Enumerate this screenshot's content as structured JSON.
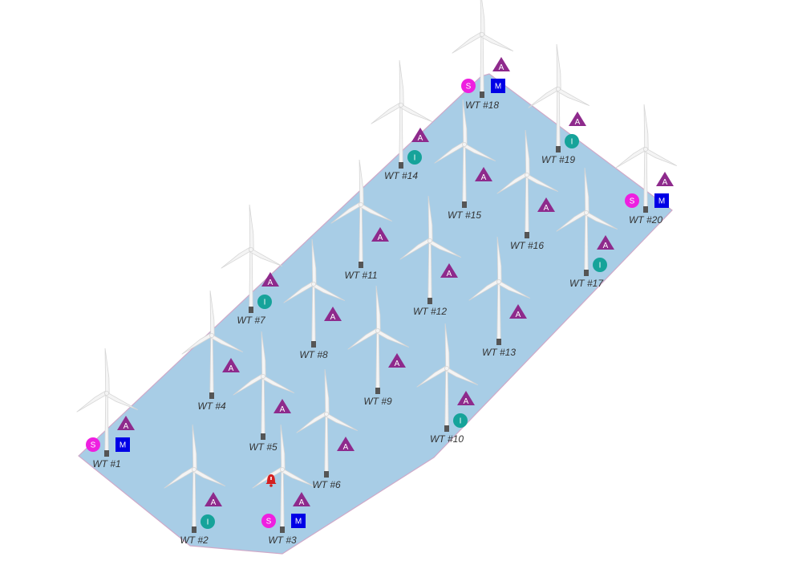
{
  "colors": {
    "field_fill": "#a8cde6",
    "field_stroke": "#cfa9c8",
    "alarm_badge": "#8e2a8c",
    "info_badge": "#16a39a",
    "maintenance_badge": "#0000e6",
    "service_badge": "#ee1fe0",
    "alert_bell": "#d42020",
    "turbine_white": "#f4f4f4",
    "turbine_shade": "#d6d6d6",
    "nacelle": "#555555"
  },
  "badge_letters": {
    "alarm": "A",
    "info": "I",
    "maintenance": "M",
    "service": "S"
  },
  "icons": {
    "alarm": "triangle-alarm-icon",
    "info": "circle-info-icon",
    "maintenance": "square-maintenance-icon",
    "service": "circle-service-icon",
    "alert": "bell-alert-icon",
    "turbine": "wind-turbine-icon"
  },
  "turbines": [
    {
      "id": 1,
      "label": "WT #1",
      "badges": [
        "alarm",
        "maintenance",
        "service"
      ],
      "alert": false
    },
    {
      "id": 2,
      "label": "WT #2",
      "badges": [
        "alarm",
        "info"
      ],
      "alert": false
    },
    {
      "id": 3,
      "label": "WT #3",
      "badges": [
        "alarm",
        "maintenance",
        "service"
      ],
      "alert": true
    },
    {
      "id": 4,
      "label": "WT #4",
      "badges": [
        "alarm"
      ],
      "alert": false
    },
    {
      "id": 5,
      "label": "WT #5",
      "badges": [
        "alarm"
      ],
      "alert": false
    },
    {
      "id": 6,
      "label": "WT #6",
      "badges": [
        "alarm"
      ],
      "alert": false
    },
    {
      "id": 7,
      "label": "WT #7",
      "badges": [
        "alarm",
        "info"
      ],
      "alert": false
    },
    {
      "id": 8,
      "label": "WT #8",
      "badges": [
        "alarm"
      ],
      "alert": false
    },
    {
      "id": 9,
      "label": "WT #9",
      "badges": [
        "alarm"
      ],
      "alert": false
    },
    {
      "id": 10,
      "label": "WT #10",
      "badges": [
        "alarm",
        "info"
      ],
      "alert": false
    },
    {
      "id": 11,
      "label": "WT #11",
      "badges": [
        "alarm"
      ],
      "alert": false
    },
    {
      "id": 12,
      "label": "WT #12",
      "badges": [
        "alarm"
      ],
      "alert": false
    },
    {
      "id": 13,
      "label": "WT #13",
      "badges": [
        "alarm"
      ],
      "alert": false
    },
    {
      "id": 14,
      "label": "WT #14",
      "badges": [
        "alarm",
        "info"
      ],
      "alert": false
    },
    {
      "id": 15,
      "label": "WT #15",
      "badges": [
        "alarm"
      ],
      "alert": false
    },
    {
      "id": 16,
      "label": "WT #16",
      "badges": [
        "alarm"
      ],
      "alert": false
    },
    {
      "id": 17,
      "label": "WT #17",
      "badges": [
        "alarm",
        "info"
      ],
      "alert": false
    },
    {
      "id": 18,
      "label": "WT #18",
      "badges": [
        "alarm",
        "maintenance",
        "service"
      ],
      "alert": false
    },
    {
      "id": 19,
      "label": "WT #19",
      "badges": [
        "alarm",
        "info"
      ],
      "alert": false
    },
    {
      "id": 20,
      "label": "WT #20",
      "badges": [
        "alarm",
        "maintenance",
        "service"
      ],
      "alert": false
    }
  ]
}
